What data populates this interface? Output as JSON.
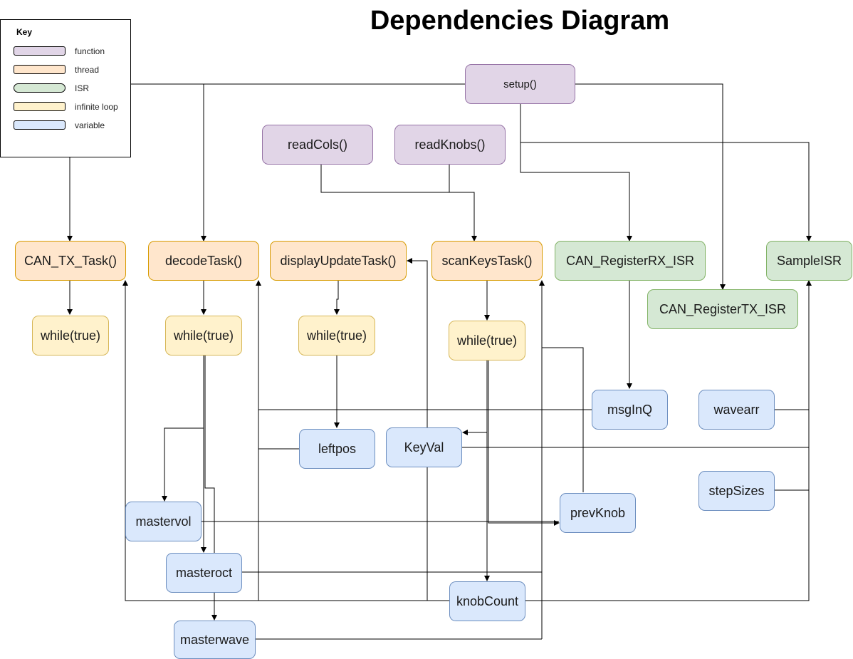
{
  "title": "Dependencies Diagram",
  "key": {
    "title": "Key",
    "items": [
      {
        "label": "function",
        "type": "function"
      },
      {
        "label": "thread",
        "type": "thread"
      },
      {
        "label": "ISR",
        "type": "isr"
      },
      {
        "label": "infinite loop",
        "type": "loop"
      },
      {
        "label": "variable",
        "type": "variable"
      }
    ]
  },
  "nodes": {
    "setup": "setup()",
    "readCols": "readCols()",
    "readKnobs": "readKnobs()",
    "canTxTask": "CAN_TX_Task()",
    "decodeTask": "decodeTask()",
    "displayUpdateTask": "displayUpdateTask()",
    "scanKeysTask": "scanKeysTask()",
    "canRegisterRxIsr": "CAN_RegisterRX_ISR",
    "sampleIsr": "SampleISR",
    "canRegisterTxIsr": "CAN_RegisterTX_ISR",
    "loopCanTx": "while(true)",
    "loopDecode": "while(true)",
    "loopDisplay": "while(true)",
    "loopScanKeys": "while(true)",
    "msgInQ": "msgInQ",
    "wavearr": "wavearr",
    "leftpos": "leftpos",
    "keyVal": "KeyVal",
    "stepSizes": "stepSizes",
    "prevKnob": "prevKnob",
    "mastervol": "mastervol",
    "masteroct": "masteroct",
    "knobCount": "knobCount",
    "masterwave": "masterwave"
  },
  "colors": {
    "function_fill": "#e1d5e7",
    "function_stroke": "#9673a6",
    "thread_fill": "#ffe6cc",
    "thread_stroke": "#d79b00",
    "isr_fill": "#d5e8d4",
    "isr_stroke": "#82b366",
    "loop_fill": "#fff2cc",
    "loop_stroke": "#d6b656",
    "variable_fill": "#dae8fc",
    "variable_stroke": "#6c8ebf",
    "edge": "#000000"
  }
}
